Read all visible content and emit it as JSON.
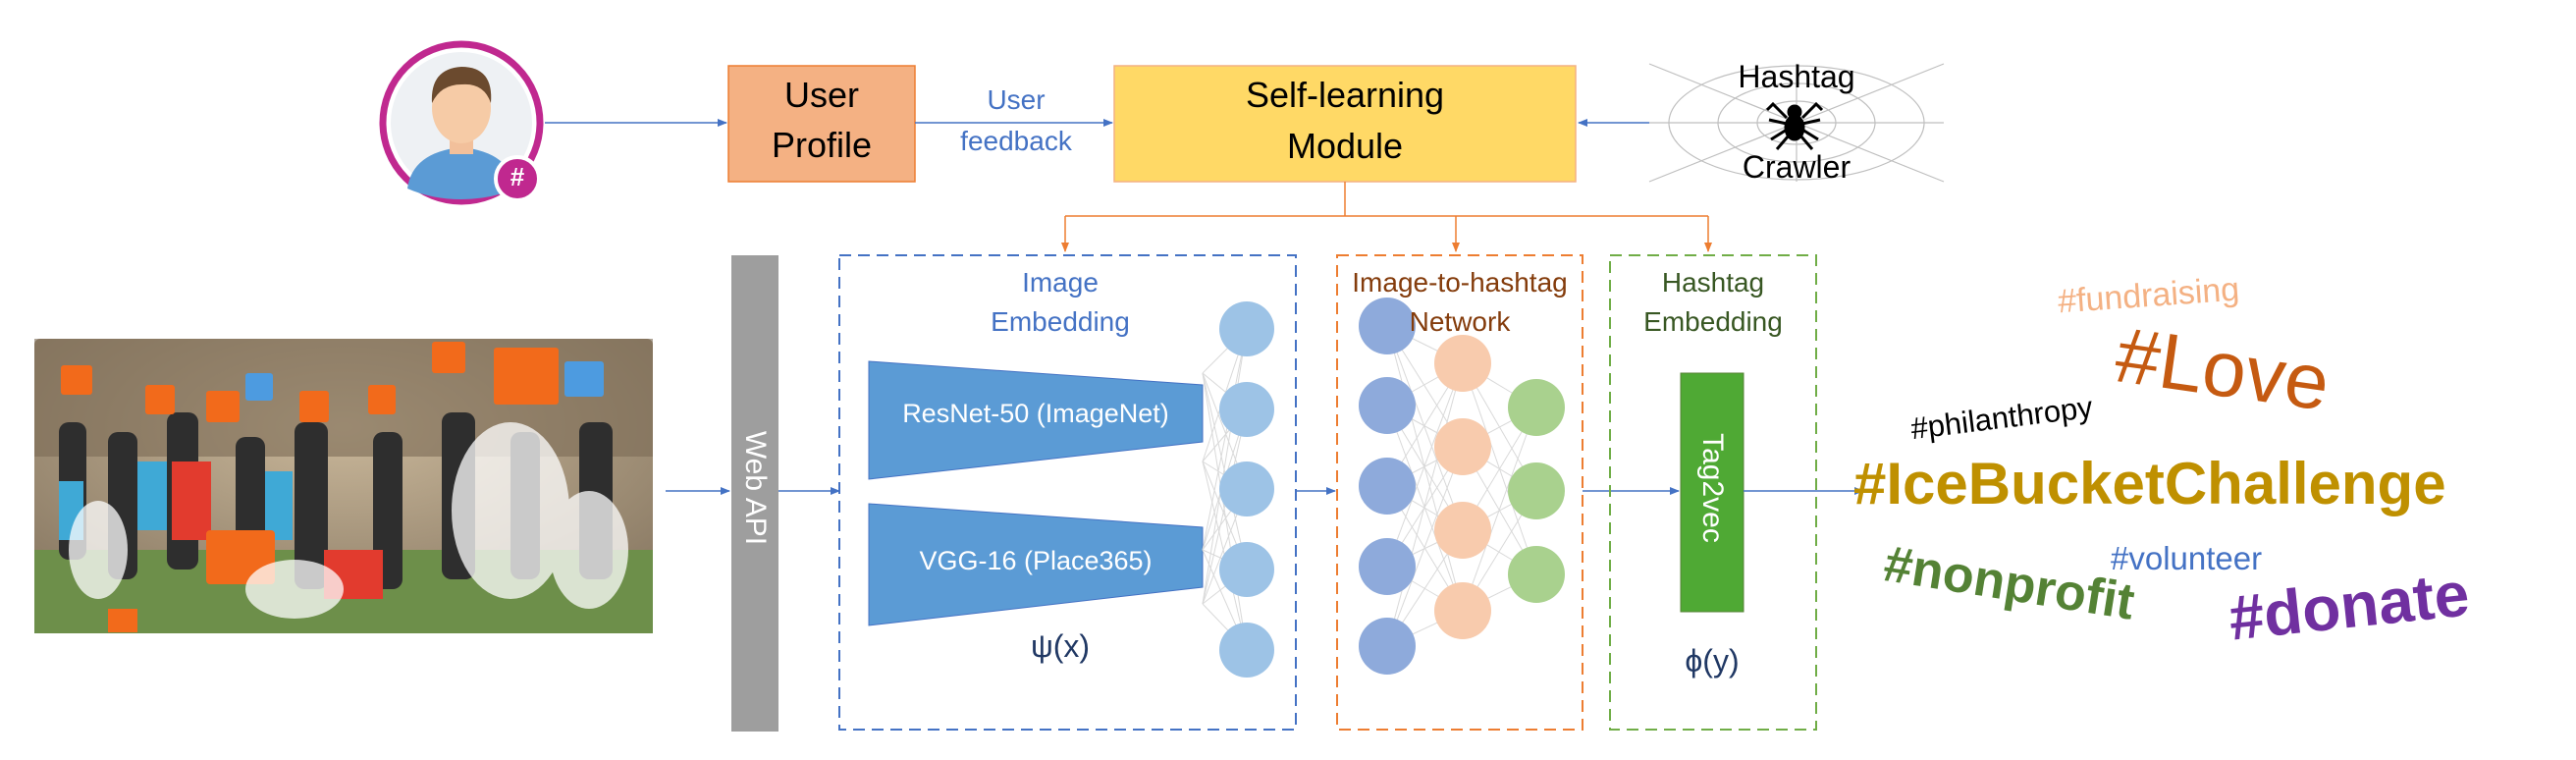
{
  "user_profile": {
    "line1": "User",
    "line2": "Profile"
  },
  "avatar": {
    "badge": "#"
  },
  "user_feedback": {
    "line1": "User",
    "line2": "feedback"
  },
  "self_learning": {
    "line1": "Self-learning",
    "line2": "Module"
  },
  "crawler": {
    "line1": "Hashtag",
    "line2": "Crawler"
  },
  "web_api": "Web API",
  "image_embedding": {
    "title1": "Image",
    "title2": "Embedding",
    "resnet": "ResNet-50 (ImageNet)",
    "vgg": "VGG-16 (Place365)",
    "psi": "ψ(x)"
  },
  "image_to_hashtag": {
    "title1": "Image-to-hashtag",
    "title2": "Network"
  },
  "hashtag_embedding": {
    "title1": "Hashtag",
    "title2": "Embedding",
    "tag2vec": "Tag2vec",
    "phi": "ϕ(y)"
  },
  "tags": {
    "fundraising": "#fundraising",
    "love": "#Love",
    "philanthropy": "#philanthropy",
    "icebucket": "#IceBucketChallenge",
    "volunteer": "#volunteer",
    "nonprofit": "#nonprofit",
    "donate": "#donate"
  },
  "colors": {
    "blue_line": "#4472c4",
    "orange_line": "#ed7d31",
    "green_line": "#70ad47",
    "profile_fill": "#f4b183",
    "module_fill": "#ffd966",
    "nn_blue": "#9dc3e6",
    "nn_orange": "#f8cbad",
    "nn_green": "#a9d18e",
    "tag_orange": "#f4b183",
    "tag_rust": "#c55a11",
    "tag_gold": "#bf9000",
    "tag_blue": "#4472c4",
    "tag_green": "#548235",
    "tag_purple": "#7030a0"
  }
}
